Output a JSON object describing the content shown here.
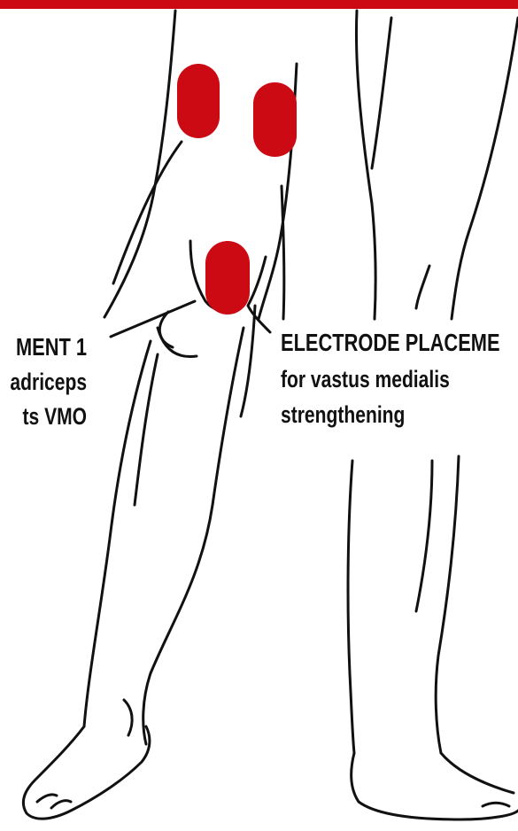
{
  "colors": {
    "accent_red": "#cc0a14",
    "outline": "#111111",
    "background": "#ffffff"
  },
  "labels": {
    "left": {
      "line1": "MENT 1",
      "line2": "adriceps",
      "line3": "ts VMO"
    },
    "right": {
      "line1": "ELECTRODE PLACEME",
      "line2": "for vastus medialis",
      "line3": "strengthening"
    }
  },
  "electrodes": [
    {
      "name": "upper-left-electrode-pad"
    },
    {
      "name": "upper-right-electrode-pad"
    },
    {
      "name": "knee-electrode-pad"
    }
  ]
}
